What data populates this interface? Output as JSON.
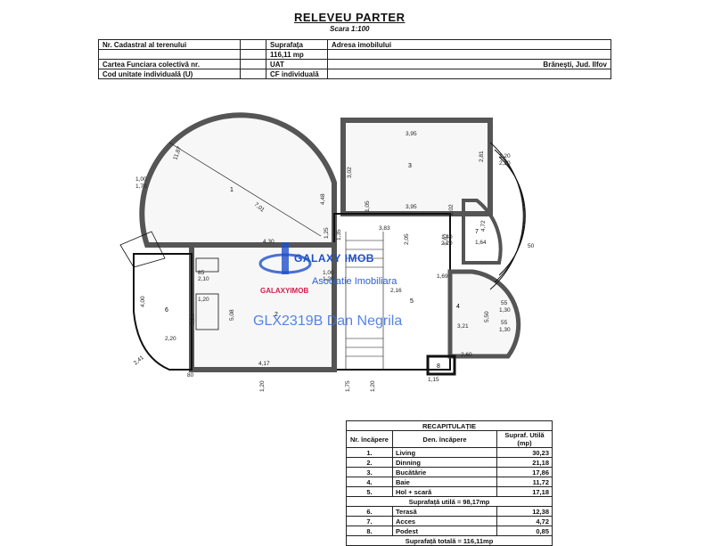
{
  "header": {
    "title": "RELEVEU PARTER",
    "scale": "Scara 1:100",
    "rows": [
      [
        "Nr. Cadastral al terenului",
        "",
        "Suprafața",
        "Adresa imobilului"
      ],
      [
        "",
        "",
        "116,11 mp",
        ""
      ],
      [
        "Cartea Funciara colectivă nr.",
        "",
        "UAT",
        "Brănești, Jud. Ilfov"
      ],
      [
        "Cod unitate individuală (U)",
        "",
        "CF individuală",
        ""
      ]
    ]
  },
  "plan": {
    "rooms": [
      "1",
      "2",
      "3",
      "4",
      "5",
      "6",
      "7",
      "8"
    ],
    "dims": [
      "11,87",
      "7,01",
      "4,30",
      "1,00",
      "1,70",
      "1,25",
      "4,48",
      "3,95",
      "3,02",
      "2,81",
      "3,95",
      "3,83",
      "2,05",
      "1,40",
      "2,20",
      "1,20",
      "2,20",
      "1,64",
      "1,69",
      "3,21",
      "2,60",
      "2,16",
      "1,00",
      "1,20",
      "4,17",
      "5,08",
      "5,26",
      "4,00",
      "2,20",
      "2,41",
      "80",
      "85",
      "2,10",
      "1,20",
      "1,15",
      "1,75",
      "1,30",
      "1,30",
      "1,20",
      "1,20",
      "55",
      "55",
      "50",
      "5,50",
      "4,72",
      "2,02",
      "1,02",
      "1,05",
      "1,35"
    ]
  },
  "watermark": {
    "brand": "GALAXY IMOB",
    "subtitle": "Asociatie Imobiliara",
    "small": "GALAXYIMOB",
    "code": "GLX2319B Dan Negrila"
  },
  "recap": {
    "title": "RECAPITULAȚIE",
    "headers": [
      "Nr. încăpere",
      "Den. încăpere",
      "Supraf. Utilă (mp)"
    ],
    "rows": [
      [
        "1.",
        "Living",
        "30,23"
      ],
      [
        "2.",
        "Dinning",
        "21,18"
      ],
      [
        "3.",
        "Bucătărie",
        "17,86"
      ],
      [
        "4.",
        "Baie",
        "11,72"
      ],
      [
        "5.",
        "Hol + scară",
        "17,18"
      ]
    ],
    "subtotal": "Suprafață utilă = 98,17mp",
    "rows2": [
      [
        "6.",
        "Terasă",
        "12,38"
      ],
      [
        "7.",
        "Acces",
        "4,72"
      ],
      [
        "8.",
        "Podest",
        "0,85"
      ]
    ],
    "total": "Suprafață totală = 116,11mp"
  }
}
